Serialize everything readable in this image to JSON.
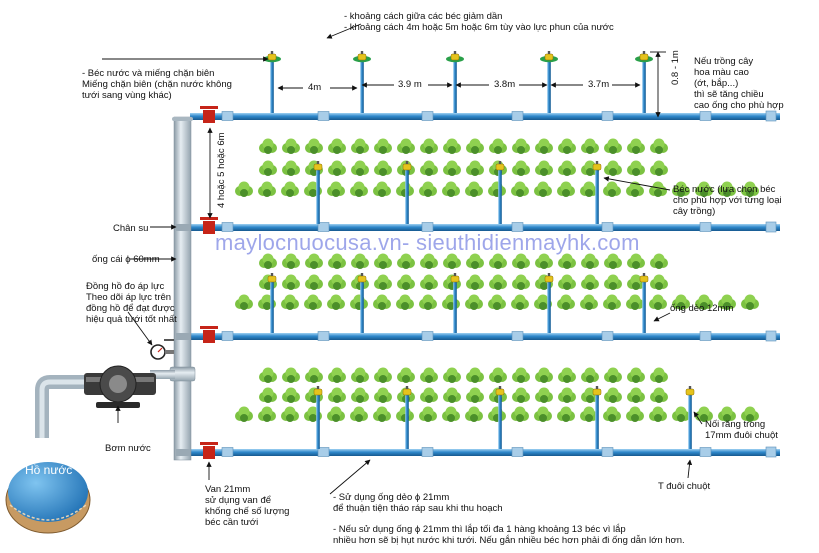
{
  "labels": {
    "spacing_note": "- khoảng cách giữa các béc giảm dần\n- khoảng cách 4m hoặc 5m hoặc 6m tùy vào lực phun của nước",
    "nozzle_stopper": "- Béc nước và miếng chặn biên\nMiếng chặn biên (chặn nước không\ntưới sang vùng khác)",
    "tall_plants": "Nếu trồng cây\nhoa màu cao\n(ớt, bắp...)\nthì sẽ tăng chiều\ncao ống cho phù hợp",
    "riser_height": "0.8 - 1m",
    "row_spacing": "4 hoặc 5 hoặc 6m",
    "nozzle_choice": "Béc nước (lựa chọn béc\ncho phù hợp với từng loại\ncây trồng)",
    "stand": "Chân su",
    "main_pipe": "ống cái ϕ 60mm",
    "gauge": "Đồng hồ đo áp lực\nTheo dõi áp lực trên\nđồng hồ để đạt được\nhiệu quả tưới tốt nhất",
    "flex_pipe": "ống dẻo 12mm",
    "pump": "Bơm nước",
    "pond": "Hồ nước",
    "valve": "Van 21mm\nsử dụng van để\nkhống chế số lượng\nbéc cần tưới",
    "thread_joint": "Nối răng trong\n17mm đuôi chuột",
    "tee": "T đuôi chuột",
    "pipe_note": "- Sử dụng ống dẻo ϕ 21mm\nđể thuận tiện tháo ráp sau khi thu hoạch",
    "capacity_note": "- Nếu sử dụng ống ϕ 21mm thì lắp tối đa 1 hàng khoảng 13 béc vì lắp\nnhiều hơn sẽ bị hụt nước khi tưới. Nếu gắn nhiều béc hơn phải đi ống dẫn lớn hơn.",
    "watermark": "maylocnuocusa.vn- sieuthidienmayhk.com"
  },
  "spacings": [
    "4m",
    "3.9 m",
    "3.8m",
    "3.7m"
  ],
  "colors": {
    "pipe": "#2e86c8",
    "pipe_light": "#8fc6ee",
    "main_pipe": "#b9c7d0",
    "plant": "#7cc242",
    "plant_dark": "#4b8f2a",
    "nozzle": "#e5c31d",
    "valve": "#d0281e",
    "pond": "#3a9ad9"
  }
}
